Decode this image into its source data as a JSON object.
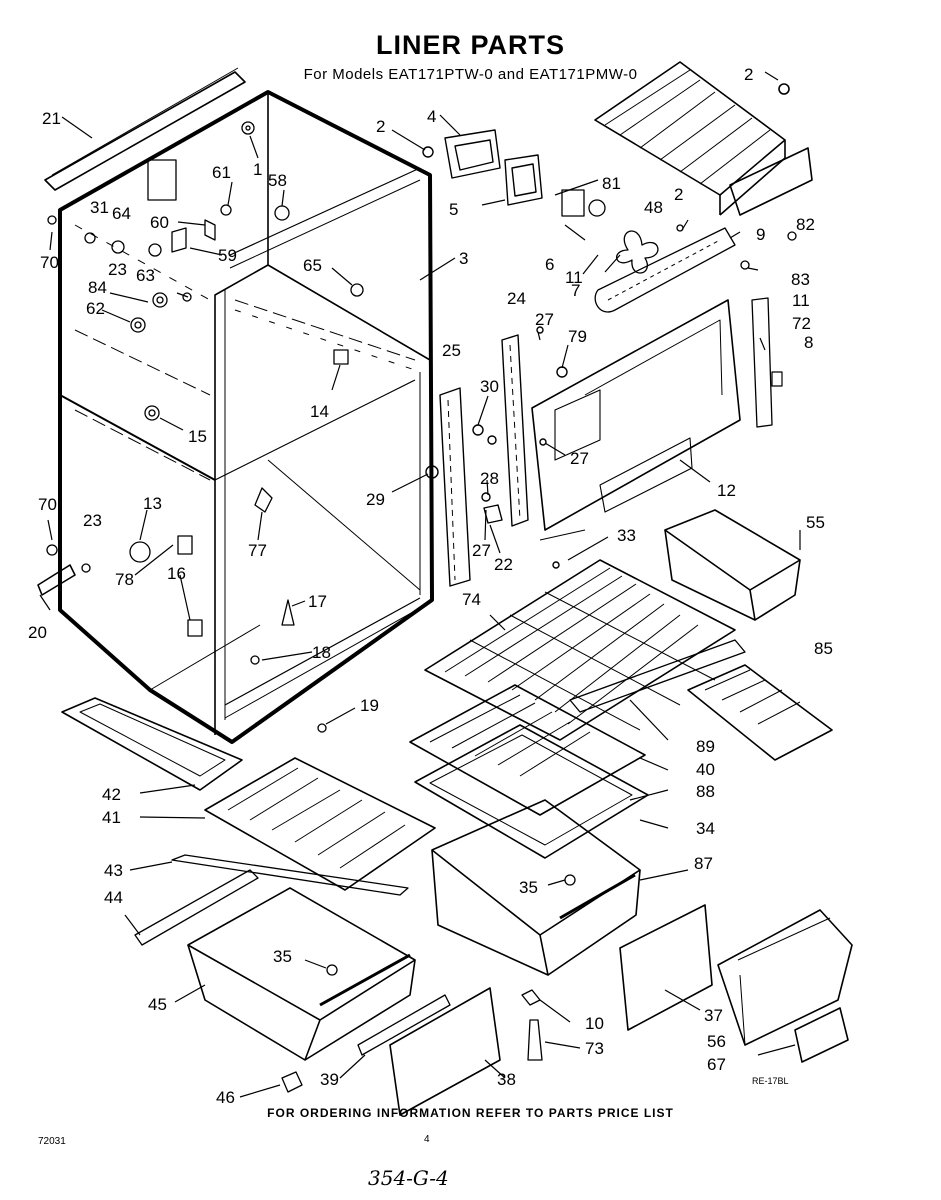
{
  "header": {
    "title": "LINER PARTS",
    "subtitle": "For Models EAT171PTW-0 and EAT171PMW-0"
  },
  "footer": {
    "ordering_note": "FOR ORDERING INFORMATION REFER TO PARTS PRICE LIST",
    "doc_code": "72031",
    "page_number": "4",
    "ref_code": "RE-17BL",
    "handwritten_note": "354-G-4"
  },
  "diagram": {
    "callouts": [
      {
        "id": "c2a",
        "text": "2"
      },
      {
        "id": "c2b",
        "text": "2"
      },
      {
        "id": "c2c",
        "text": "2"
      },
      {
        "id": "c21",
        "text": "21"
      },
      {
        "id": "c4",
        "text": "4"
      },
      {
        "id": "c1",
        "text": "1"
      },
      {
        "id": "c61",
        "text": "61"
      },
      {
        "id": "c58",
        "text": "58"
      },
      {
        "id": "c31",
        "text": "31"
      },
      {
        "id": "c64",
        "text": "64"
      },
      {
        "id": "c60",
        "text": "60"
      },
      {
        "id": "c59",
        "text": "59"
      },
      {
        "id": "c70a",
        "text": "70"
      },
      {
        "id": "c23a",
        "text": "23"
      },
      {
        "id": "c63",
        "text": "63"
      },
      {
        "id": "c84",
        "text": "84"
      },
      {
        "id": "c62",
        "text": "62"
      },
      {
        "id": "c65",
        "text": "65"
      },
      {
        "id": "c3",
        "text": "3"
      },
      {
        "id": "c5",
        "text": "5"
      },
      {
        "id": "c81",
        "text": "81"
      },
      {
        "id": "c48",
        "text": "48"
      },
      {
        "id": "c82",
        "text": "82"
      },
      {
        "id": "c6",
        "text": "6"
      },
      {
        "id": "c9",
        "text": "9"
      },
      {
        "id": "c83",
        "text": "83"
      },
      {
        "id": "c11a",
        "text": "11"
      },
      {
        "id": "c7",
        "text": "7"
      },
      {
        "id": "c11b",
        "text": "11"
      },
      {
        "id": "c24",
        "text": "24"
      },
      {
        "id": "c27a",
        "text": "27"
      },
      {
        "id": "c72",
        "text": "72"
      },
      {
        "id": "c8",
        "text": "8"
      },
      {
        "id": "c25",
        "text": "25"
      },
      {
        "id": "c79",
        "text": "79"
      },
      {
        "id": "c14",
        "text": "14"
      },
      {
        "id": "c30",
        "text": "30"
      },
      {
        "id": "c15",
        "text": "15"
      },
      {
        "id": "c27b",
        "text": "27"
      },
      {
        "id": "c28",
        "text": "28"
      },
      {
        "id": "c12",
        "text": "12"
      },
      {
        "id": "c29",
        "text": "29"
      },
      {
        "id": "c70b",
        "text": "70"
      },
      {
        "id": "c13",
        "text": "13"
      },
      {
        "id": "c23b",
        "text": "23"
      },
      {
        "id": "c77",
        "text": "77"
      },
      {
        "id": "c27c",
        "text": "27"
      },
      {
        "id": "c22",
        "text": "22"
      },
      {
        "id": "c33",
        "text": "33"
      },
      {
        "id": "c55",
        "text": "55"
      },
      {
        "id": "c78",
        "text": "78"
      },
      {
        "id": "c16",
        "text": "16"
      },
      {
        "id": "c17",
        "text": "17"
      },
      {
        "id": "c74",
        "text": "74"
      },
      {
        "id": "c20",
        "text": "20"
      },
      {
        "id": "c85",
        "text": "85"
      },
      {
        "id": "c18",
        "text": "18"
      },
      {
        "id": "c19",
        "text": "19"
      },
      {
        "id": "c89",
        "text": "89"
      },
      {
        "id": "c40",
        "text": "40"
      },
      {
        "id": "c42",
        "text": "42"
      },
      {
        "id": "c88",
        "text": "88"
      },
      {
        "id": "c41",
        "text": "41"
      },
      {
        "id": "c34",
        "text": "34"
      },
      {
        "id": "c43",
        "text": "43"
      },
      {
        "id": "c87",
        "text": "87"
      },
      {
        "id": "c35a",
        "text": "35"
      },
      {
        "id": "c44",
        "text": "44"
      },
      {
        "id": "c35b",
        "text": "35"
      },
      {
        "id": "c45",
        "text": "45"
      },
      {
        "id": "c10",
        "text": "10"
      },
      {
        "id": "c37",
        "text": "37"
      },
      {
        "id": "c73",
        "text": "73"
      },
      {
        "id": "c56",
        "text": "56"
      },
      {
        "id": "c67",
        "text": "67"
      },
      {
        "id": "c39",
        "text": "39"
      },
      {
        "id": "c38",
        "text": "38"
      },
      {
        "id": "c46",
        "text": "46"
      }
    ]
  }
}
